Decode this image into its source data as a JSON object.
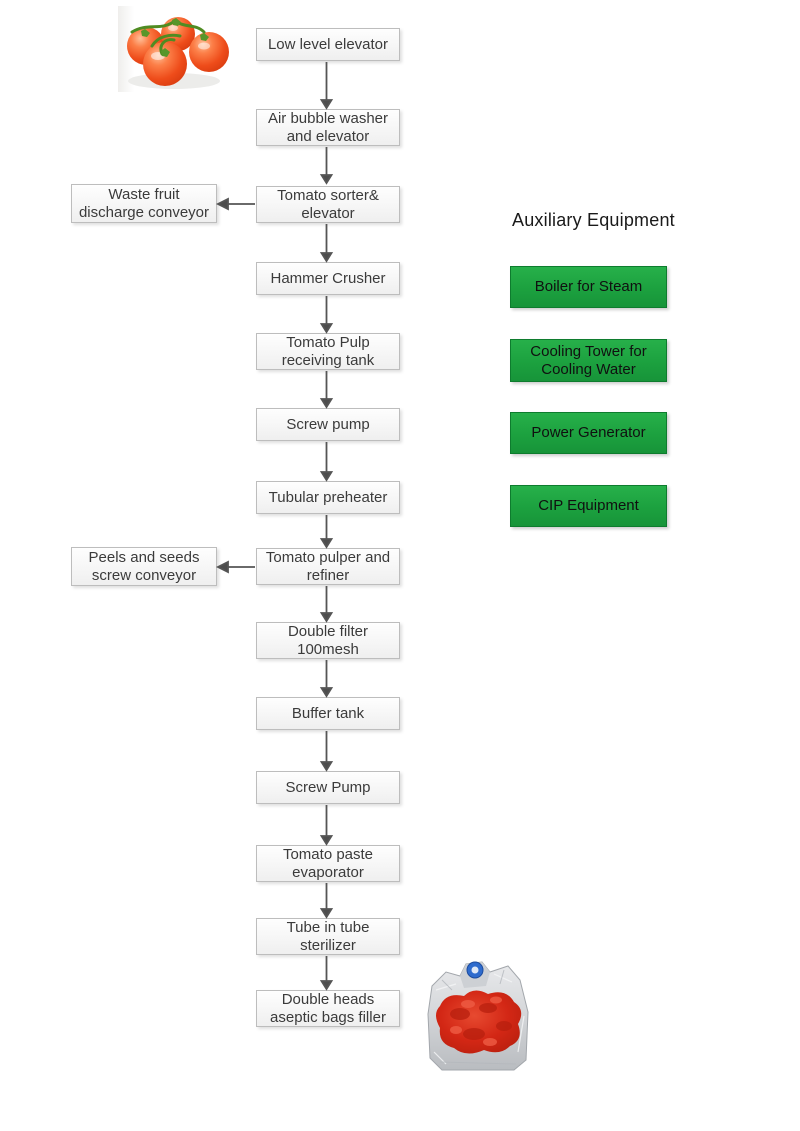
{
  "flow": {
    "steps": [
      {
        "label": "Low level elevator"
      },
      {
        "label": "Air bubble washer\nand elevator"
      },
      {
        "label": "Tomato sorter&\nelevator"
      },
      {
        "label": "Hammer Crusher"
      },
      {
        "label": "Tomato Pulp\nreceiving  tank"
      },
      {
        "label": "Screw pump"
      },
      {
        "label": "Tubular preheater"
      },
      {
        "label": "Tomato pulper and\nrefiner"
      },
      {
        "label": "Double filter\n100mesh"
      },
      {
        "label": "Buffer tank"
      },
      {
        "label": "Screw Pump"
      },
      {
        "label": "Tomato paste\nevaporator"
      },
      {
        "label": "Tube in tube\nsterilizer"
      },
      {
        "label": "Double heads\naseptic bags filler"
      }
    ],
    "branches": [
      {
        "label": "Waste fruit\ndischarge conveyor",
        "from_step": "Tomato sorter& elevator"
      },
      {
        "label": "Peels and seeds\nscrew conveyor",
        "from_step": "Tomato pulper and refiner"
      }
    ]
  },
  "auxiliary": {
    "heading": "Auxiliary Equipment",
    "items": [
      {
        "label": "Boiler for Steam"
      },
      {
        "label": "Cooling Tower for\nCooling Water"
      },
      {
        "label": "Power Generator"
      },
      {
        "label": "CIP Equipment"
      }
    ]
  },
  "images": {
    "tomatoes_photo": "fresh red tomatoes with green vine stems on white background",
    "aseptic_bag_photo": "aseptic foil bag filled with red tomato paste, blue spout cap"
  },
  "colors": {
    "aux_box_green": "#1CA13F",
    "aux_box_border": "#0E7C2E",
    "flow_box_fill": "#F6F6F6",
    "flow_box_border": "#BDBDBD",
    "arrow_gray": "#555555"
  }
}
